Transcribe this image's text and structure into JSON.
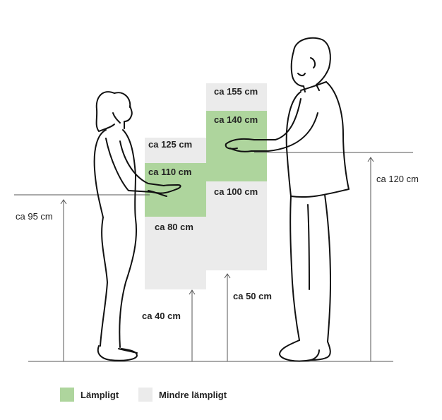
{
  "colors": {
    "suitable": "#aed59d",
    "less_suitable": "#ebebeb",
    "line": "#555555",
    "figure": "#111111"
  },
  "zones": {
    "left": {
      "top_label": "ca 125 cm",
      "upper_label": "ca 110 cm",
      "lower_label": "ca 80 cm",
      "base_label": "ca 40 cm"
    },
    "right": {
      "top_label": "ca 155 cm",
      "upper_label": "ca 140 cm",
      "lower_label": "ca 100 cm",
      "base_label": "ca 50 cm"
    }
  },
  "elbow_heights": {
    "woman": "ca 95 cm",
    "man": "ca 120 cm"
  },
  "legend": {
    "suitable": "Lämpligt",
    "less_suitable": "Mindre lämpligt"
  }
}
